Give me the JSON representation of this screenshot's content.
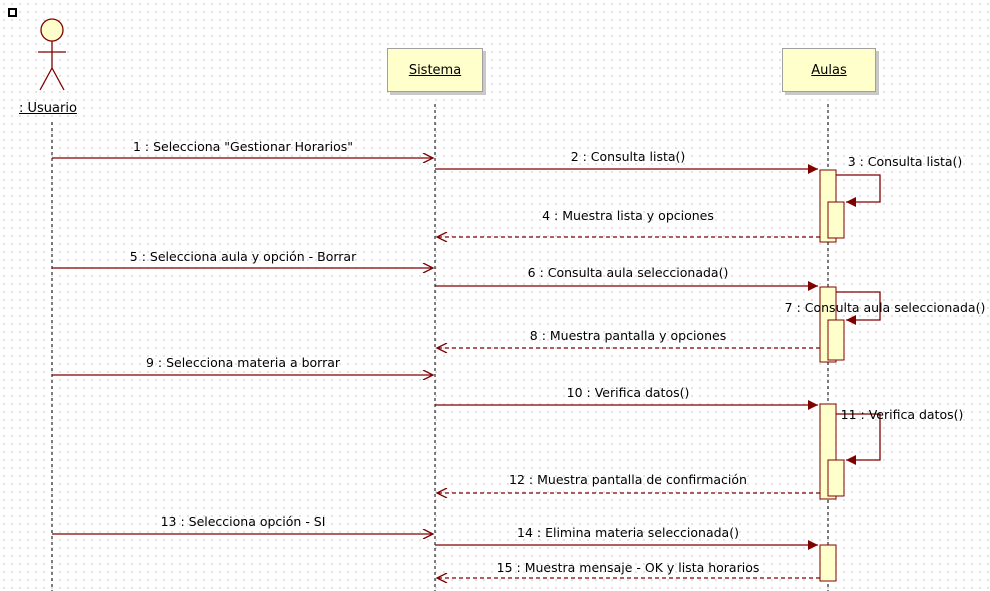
{
  "actor": {
    "name": ": Usuario"
  },
  "lifelines": [
    {
      "name": "Sistema"
    },
    {
      "name": "Aulas"
    }
  ],
  "messages": [
    {
      "label": "1 : Selecciona \"Gestionar Horarios\""
    },
    {
      "label": "2 : Consulta lista()"
    },
    {
      "label": "3 : Consulta lista()"
    },
    {
      "label": "4 : Muestra lista y opciones"
    },
    {
      "label": "5 : Selecciona aula y opción - Borrar"
    },
    {
      "label": "6 : Consulta aula seleccionada()"
    },
    {
      "label": "7 : Consulta aula seleccionada()"
    },
    {
      "label": "8 : Muestra pantalla y opciones"
    },
    {
      "label": "9 : Selecciona materia a borrar"
    },
    {
      "label": "10 : Verifica datos()"
    },
    {
      "label": "11 : Verifica datos()"
    },
    {
      "label": "12 : Muestra pantalla de confirmación"
    },
    {
      "label": "13 : Selecciona opción - SI"
    },
    {
      "label": "14 : Elimina materia seleccionada()"
    },
    {
      "label": "15 : Muestra mensaje - OK y lista horarios"
    }
  ],
  "colors": {
    "message": "#800000",
    "activation": "#ffffcc",
    "lifeline_box": "#ffffcc"
  }
}
